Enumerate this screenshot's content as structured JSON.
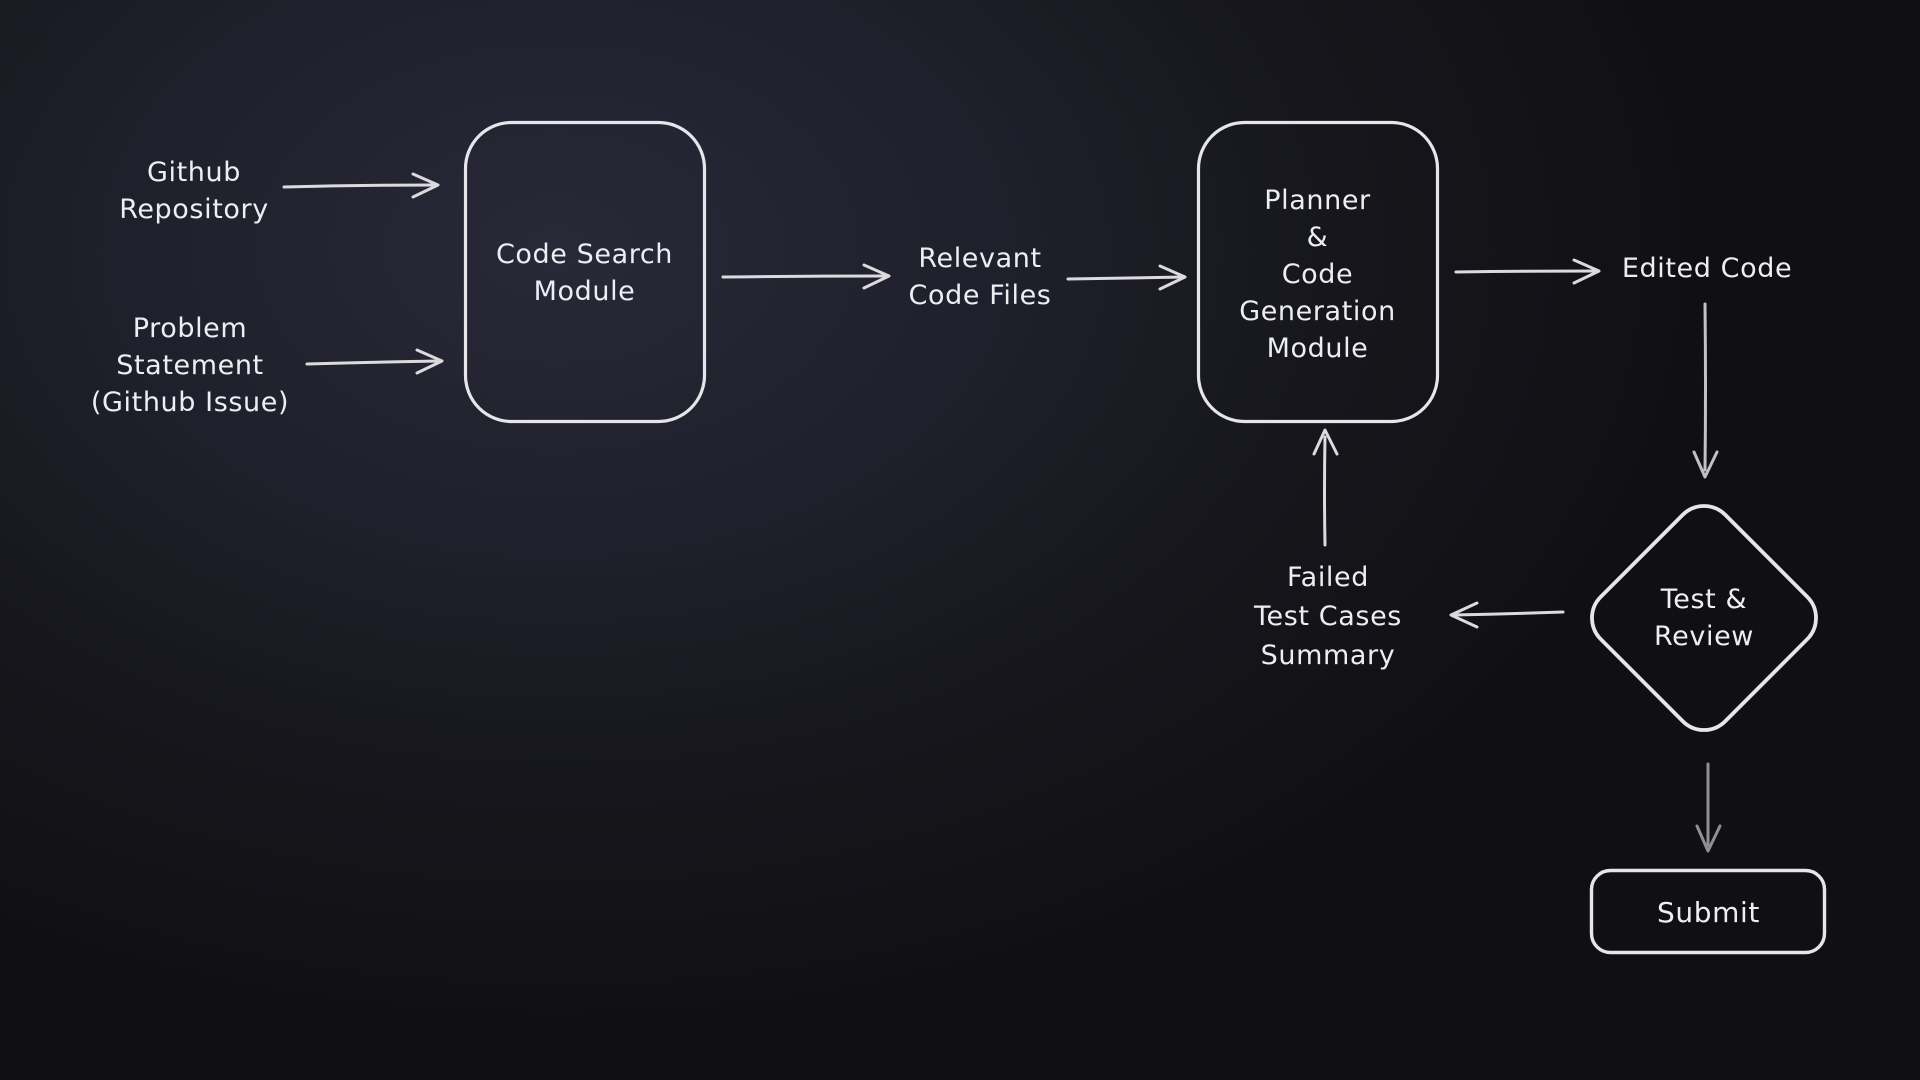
{
  "diagram_title": "Code agent pipeline flowchart",
  "colors": {
    "stroke": "#e6e6ea",
    "text": "#eceef2",
    "arrow": "#dbdbde",
    "arrow_dim": "#c2c2c6",
    "arrow_muted": "#8f9094",
    "bg_center": "#282837",
    "bg_edge": "#101014"
  },
  "nodes": [
    {
      "id": "github-repository",
      "type": "label",
      "lines": [
        "Github",
        "Repository"
      ]
    },
    {
      "id": "problem-statement",
      "type": "label",
      "lines": [
        "Problem",
        "Statement",
        "(Github Issue)"
      ]
    },
    {
      "id": "code-search-module",
      "type": "box",
      "lines": [
        "Code Search",
        "Module"
      ]
    },
    {
      "id": "relevant-code-files",
      "type": "label",
      "lines": [
        "Relevant",
        "Code Files"
      ]
    },
    {
      "id": "planner-code-generation-module",
      "type": "box",
      "lines": [
        "Planner",
        "&",
        "Code",
        "Generation",
        "Module"
      ]
    },
    {
      "id": "edited-code",
      "type": "label",
      "lines": [
        "Edited Code"
      ]
    },
    {
      "id": "test-review",
      "type": "diamond",
      "lines": [
        "Test &",
        "Review"
      ]
    },
    {
      "id": "failed-test-cases-summary",
      "type": "label",
      "lines": [
        "Failed",
        "Test Cases",
        "Summary"
      ]
    },
    {
      "id": "submit",
      "type": "box",
      "lines": [
        "Submit"
      ]
    }
  ],
  "edges": [
    {
      "from": "github-repository",
      "to": "code-search-module"
    },
    {
      "from": "problem-statement",
      "to": "code-search-module"
    },
    {
      "from": "code-search-module",
      "to": "relevant-code-files"
    },
    {
      "from": "relevant-code-files",
      "to": "planner-code-generation-module"
    },
    {
      "from": "planner-code-generation-module",
      "to": "edited-code"
    },
    {
      "from": "edited-code",
      "to": "test-review"
    },
    {
      "from": "test-review",
      "to": "failed-test-cases-summary"
    },
    {
      "from": "failed-test-cases-summary",
      "to": "planner-code-generation-module"
    },
    {
      "from": "test-review",
      "to": "submit"
    }
  ]
}
